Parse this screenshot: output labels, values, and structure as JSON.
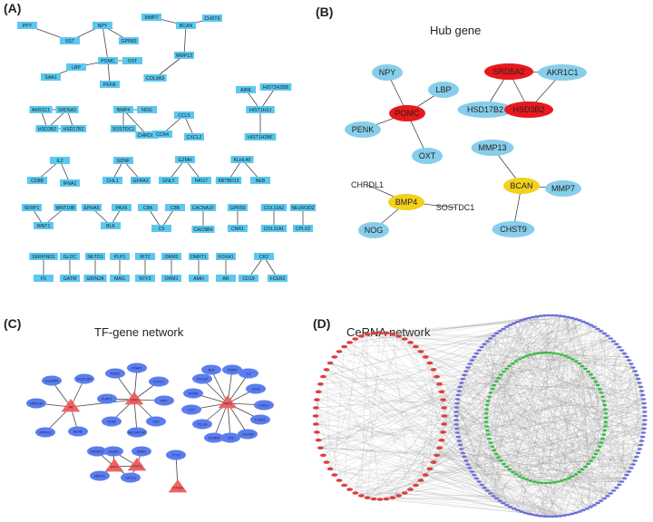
{
  "panels": {
    "A": {
      "label": "(A)"
    },
    "B": {
      "label": "(B)",
      "title": "Hub gene"
    },
    "C": {
      "label": "(C)",
      "title": "TF-gene network"
    },
    "D": {
      "label": "(D)",
      "title": "CeRNA network"
    }
  },
  "colors": {
    "rect_node": "#5bc8f0",
    "hub_blue": "#87ceeb",
    "hub_red": "#e8191c",
    "hub_yellow": "#f3d11d",
    "tf_blue": "#5b7df0",
    "tf_red": "#f06262",
    "cerna_red": "#d94040",
    "cerna_blue": "#6d6ddb",
    "cerna_green": "#2fbf3a"
  },
  "panelA": {
    "nodes": [
      {
        "id": "PPY"
      },
      {
        "id": "NPY"
      },
      {
        "id": "SST"
      },
      {
        "id": "GPR83"
      },
      {
        "id": "MMP7"
      },
      {
        "id": "BCAN"
      },
      {
        "id": "CHST9"
      },
      {
        "id": "POMC"
      },
      {
        "id": "OXT"
      },
      {
        "id": "LBP"
      },
      {
        "id": "SAA1"
      },
      {
        "id": "PENK"
      },
      {
        "id": "MMP13"
      },
      {
        "id": "COL9A3"
      },
      {
        "id": "AIRE"
      },
      {
        "id": "HIST3H2BB"
      },
      {
        "id": "HIST1H3J"
      },
      {
        "id": "HIST1H2BF"
      },
      {
        "id": "AKR1C1"
      },
      {
        "id": "SRD5A2"
      },
      {
        "id": "HSD3B2"
      },
      {
        "id": "HSD17B2"
      },
      {
        "id": "BMP4"
      },
      {
        "id": "NOG"
      },
      {
        "id": "SOSTDC1"
      },
      {
        "id": "CHRDL1"
      },
      {
        "id": "CCL5"
      },
      {
        "id": "CCR4"
      },
      {
        "id": "CXCL2"
      },
      {
        "id": "IL2"
      },
      {
        "id": "CD8B"
      },
      {
        "id": "IFNA1"
      },
      {
        "id": "GDNF"
      },
      {
        "id": "CHL1"
      },
      {
        "id": "GFRA3"
      },
      {
        "id": "GZMH"
      },
      {
        "id": "GNLY"
      },
      {
        "id": "NKG7"
      },
      {
        "id": "KLHL40"
      },
      {
        "id": "KBTBD13"
      },
      {
        "id": "NEB"
      },
      {
        "id": "SFRP1"
      },
      {
        "id": "WNT10B"
      },
      {
        "id": "WNT1"
      },
      {
        "id": "EPHA5"
      },
      {
        "id": "PAX5"
      },
      {
        "id": "BLK"
      },
      {
        "id": "C8A"
      },
      {
        "id": "C8B"
      },
      {
        "id": "C9"
      },
      {
        "id": "CACNA1F"
      },
      {
        "id": "CACNB4"
      },
      {
        "id": "GPR50"
      },
      {
        "id": "CNR1"
      },
      {
        "id": "COL11A2"
      },
      {
        "id": "COL11A1"
      },
      {
        "id": "NEUROD2"
      },
      {
        "id": "CPLX2"
      },
      {
        "id": "SERPIND1"
      },
      {
        "id": "F5"
      },
      {
        "id": "GLDC"
      },
      {
        "id": "GATM"
      },
      {
        "id": "NETO1"
      },
      {
        "id": "GRIN2A"
      },
      {
        "id": "PLP1"
      },
      {
        "id": "MAG"
      },
      {
        "id": "RIT2"
      },
      {
        "id": "NTF3"
      },
      {
        "id": "ORM2"
      },
      {
        "id": "ORM1"
      },
      {
        "id": "DMRT1"
      },
      {
        "id": "AMH"
      },
      {
        "id": "FOXA1"
      },
      {
        "id": "AR"
      },
      {
        "id": "CR2"
      },
      {
        "id": "CD19"
      },
      {
        "id": "FCER2"
      }
    ],
    "edges": [
      [
        "PPY",
        "SST"
      ],
      [
        "NPY",
        "SST"
      ],
      [
        "NPY",
        "GPR83"
      ],
      [
        "NPY",
        "POMC"
      ],
      [
        "MMP7",
        "BCAN"
      ],
      [
        "BCAN",
        "CHST9"
      ],
      [
        "BCAN",
        "MMP13"
      ],
      [
        "MMP13",
        "COL9A3"
      ],
      [
        "POMC",
        "OXT"
      ],
      [
        "POMC",
        "LBP"
      ],
      [
        "POMC",
        "PENK"
      ],
      [
        "LBP",
        "SAA1"
      ],
      [
        "AIRE",
        "HIST1H3J"
      ],
      [
        "HIST3H2BB",
        "HIST1H3J"
      ],
      [
        "HIST1H3J",
        "HIST1H2BF"
      ],
      [
        "AKR1C1",
        "SRD5A2"
      ],
      [
        "AKR1C1",
        "HSD3B2"
      ],
      [
        "SRD5A2",
        "HSD3B2"
      ],
      [
        "SRD5A2",
        "HSD17B2"
      ],
      [
        "HSD3B2",
        "HSD17B2"
      ],
      [
        "BMP4",
        "NOG"
      ],
      [
        "BMP4",
        "SOSTDC1"
      ],
      [
        "BMP4",
        "CHRDL1"
      ],
      [
        "CCL5",
        "CCR4"
      ],
      [
        "CCL5",
        "CXCL2"
      ],
      [
        "IL2",
        "CD8B"
      ],
      [
        "IL2",
        "IFNA1"
      ],
      [
        "GDNF",
        "CHL1"
      ],
      [
        "GDNF",
        "GFRA3"
      ],
      [
        "GZMH",
        "GNLY"
      ],
      [
        "GZMH",
        "NKG7"
      ],
      [
        "KLHL40",
        "KBTBD13"
      ],
      [
        "KLHL40",
        "NEB"
      ],
      [
        "SFRP1",
        "WNT1"
      ],
      [
        "WNT10B",
        "WNT1"
      ],
      [
        "EPHA5",
        "BLK"
      ],
      [
        "PAX5",
        "BLK"
      ],
      [
        "C8A",
        "C9"
      ],
      [
        "C8B",
        "C9"
      ],
      [
        "CACNA1F",
        "CACNB4"
      ],
      [
        "GPR50",
        "CNR1"
      ],
      [
        "COL11A2",
        "COL11A1"
      ],
      [
        "NEUROD2",
        "CPLX2"
      ],
      [
        "SERPIND1",
        "F5"
      ],
      [
        "GLDC",
        "GATM"
      ],
      [
        "NETO1",
        "GRIN2A"
      ],
      [
        "PLP1",
        "MAG"
      ],
      [
        "RIT2",
        "NTF3"
      ],
      [
        "ORM2",
        "ORM1"
      ],
      [
        "DMRT1",
        "AMH"
      ],
      [
        "FOXA1",
        "AR"
      ],
      [
        "CR2",
        "CD19"
      ],
      [
        "CR2",
        "FCER2"
      ]
    ]
  },
  "panelB": {
    "nodes": [
      {
        "id": "NPY",
        "color": "blue"
      },
      {
        "id": "LBP",
        "color": "blue"
      },
      {
        "id": "POMC",
        "color": "red"
      },
      {
        "id": "PENK",
        "color": "blue"
      },
      {
        "id": "OXT",
        "color": "blue"
      },
      {
        "id": "SRD5A2",
        "color": "red"
      },
      {
        "id": "AKR1C1",
        "color": "blue"
      },
      {
        "id": "HSD17B2",
        "color": "blue"
      },
      {
        "id": "HSD3B2",
        "color": "red"
      },
      {
        "id": "MMP13",
        "color": "blue"
      },
      {
        "id": "BCAN",
        "color": "yellow"
      },
      {
        "id": "MMP7",
        "color": "blue"
      },
      {
        "id": "CHST9",
        "color": "blue"
      },
      {
        "id": "CHRDL1",
        "color": "none"
      },
      {
        "id": "BMP4",
        "color": "yellow"
      },
      {
        "id": "SOSTDC1",
        "color": "none"
      },
      {
        "id": "NOG",
        "color": "blue"
      }
    ],
    "edges": [
      [
        "NPY",
        "POMC"
      ],
      [
        "LBP",
        "POMC"
      ],
      [
        "PENK",
        "POMC"
      ],
      [
        "OXT",
        "POMC"
      ],
      [
        "SRD5A2",
        "AKR1C1"
      ],
      [
        "SRD5A2",
        "HSD17B2"
      ],
      [
        "SRD5A2",
        "HSD3B2"
      ],
      [
        "AKR1C1",
        "HSD3B2"
      ],
      [
        "HSD17B2",
        "HSD3B2"
      ],
      [
        "MMP13",
        "BCAN"
      ],
      [
        "BCAN",
        "MMP7"
      ],
      [
        "BCAN",
        "CHST9"
      ],
      [
        "CHRDL1",
        "BMP4"
      ],
      [
        "BMP4",
        "SOSTDC1"
      ],
      [
        "BMP4",
        "NOG"
      ]
    ]
  },
  "panelC": {
    "nodes": [
      {
        "id": "OLGAP5",
        "shape": "ellipse"
      },
      {
        "id": "CCDC154",
        "shape": "ellipse"
      },
      {
        "id": "GPR139",
        "shape": "ellipse"
      },
      {
        "id": "ATRNL2",
        "shape": "ellipse"
      },
      {
        "id": "BCHE",
        "shape": "ellipse"
      },
      {
        "id": "AR",
        "shape": "triangle"
      },
      {
        "id": "FURT1",
        "shape": "ellipse"
      },
      {
        "id": "PROC",
        "shape": "ellipse"
      },
      {
        "id": "PFAR1",
        "shape": "ellipse"
      },
      {
        "id": "FOXF2",
        "shape": "ellipse"
      },
      {
        "id": "NPY",
        "shape": "ellipse"
      },
      {
        "id": "CD86",
        "shape": "ellipse"
      },
      {
        "id": "ADCYAP1R1",
        "shape": "ellipse"
      },
      {
        "id": "SST",
        "shape": "ellipse"
      },
      {
        "id": "CDX2",
        "shape": "triangle"
      },
      {
        "id": "BLK",
        "shape": "ellipse"
      },
      {
        "id": "TNID4",
        "shape": "ellipse"
      },
      {
        "id": "IL2",
        "shape": "ellipse"
      },
      {
        "id": "FDCSP",
        "shape": "ellipse"
      },
      {
        "id": "CD19",
        "shape": "ellipse"
      },
      {
        "id": "ERMN",
        "shape": "ellipse"
      },
      {
        "id": "FCRL2",
        "shape": "ellipse"
      },
      {
        "id": "CD7",
        "shape": "ellipse"
      },
      {
        "id": "FCER2",
        "shape": "ellipse"
      },
      {
        "id": "TCL1A",
        "shape": "ellipse"
      },
      {
        "id": "FCAMR",
        "shape": "ellipse"
      },
      {
        "id": "CR2",
        "shape": "ellipse"
      },
      {
        "id": "CXorf65",
        "shape": "ellipse"
      },
      {
        "id": "PAX5",
        "shape": "triangle"
      },
      {
        "id": "DUSP13",
        "shape": "ellipse"
      },
      {
        "id": "SH3A3",
        "shape": "ellipse"
      },
      {
        "id": "AREG",
        "shape": "ellipse"
      },
      {
        "id": "NETO1",
        "shape": "ellipse"
      },
      {
        "id": "CXCL2",
        "shape": "ellipse"
      },
      {
        "id": "ATF3",
        "shape": "triangle"
      },
      {
        "id": "FOXL1",
        "shape": "triangle"
      },
      {
        "id": "TTC9",
        "shape": "ellipse"
      },
      {
        "id": "FOXA1",
        "shape": "triangle"
      }
    ],
    "edges": [
      [
        "AR",
        "OLGAP5"
      ],
      [
        "AR",
        "CCDC154"
      ],
      [
        "AR",
        "GPR139"
      ],
      [
        "AR",
        "ATRNL2"
      ],
      [
        "AR",
        "BCHE"
      ],
      [
        "AR",
        "CDX2"
      ],
      [
        "CDX2",
        "FURT1"
      ],
      [
        "CDX2",
        "PROC"
      ],
      [
        "CDX2",
        "PFAR1"
      ],
      [
        "CDX2",
        "FOXF2"
      ],
      [
        "CDX2",
        "NPY"
      ],
      [
        "CDX2",
        "CD86"
      ],
      [
        "CDX2",
        "ADCYAP1R1"
      ],
      [
        "CDX2",
        "SST"
      ],
      [
        "PAX5",
        "BLK"
      ],
      [
        "PAX5",
        "TNID4"
      ],
      [
        "PAX5",
        "IL2"
      ],
      [
        "PAX5",
        "FDCSP"
      ],
      [
        "PAX5",
        "CD19"
      ],
      [
        "PAX5",
        "ERMN"
      ],
      [
        "PAX5",
        "FCRL2"
      ],
      [
        "PAX5",
        "CD7"
      ],
      [
        "PAX5",
        "FCER2"
      ],
      [
        "PAX5",
        "TCL1A"
      ],
      [
        "PAX5",
        "FCAMR"
      ],
      [
        "PAX5",
        "CR2"
      ],
      [
        "PAX5",
        "CXorf65"
      ],
      [
        "ATF3",
        "DUSP13"
      ],
      [
        "ATF3",
        "SH3A3"
      ],
      [
        "ATF3",
        "NETO1"
      ],
      [
        "ATF3",
        "CXCL2"
      ],
      [
        "ATF3",
        "FOXL1"
      ],
      [
        "FOXL1",
        "SH3A3"
      ],
      [
        "FOXL1",
        "AREG"
      ],
      [
        "FOXL1",
        "CXCL2"
      ],
      [
        "TTC9",
        "FOXA1"
      ]
    ]
  },
  "panelD": {
    "rings": [
      {
        "name": "red",
        "count": 64
      },
      {
        "name": "blue",
        "count": 150
      },
      {
        "name": "green",
        "count": 96
      }
    ]
  }
}
